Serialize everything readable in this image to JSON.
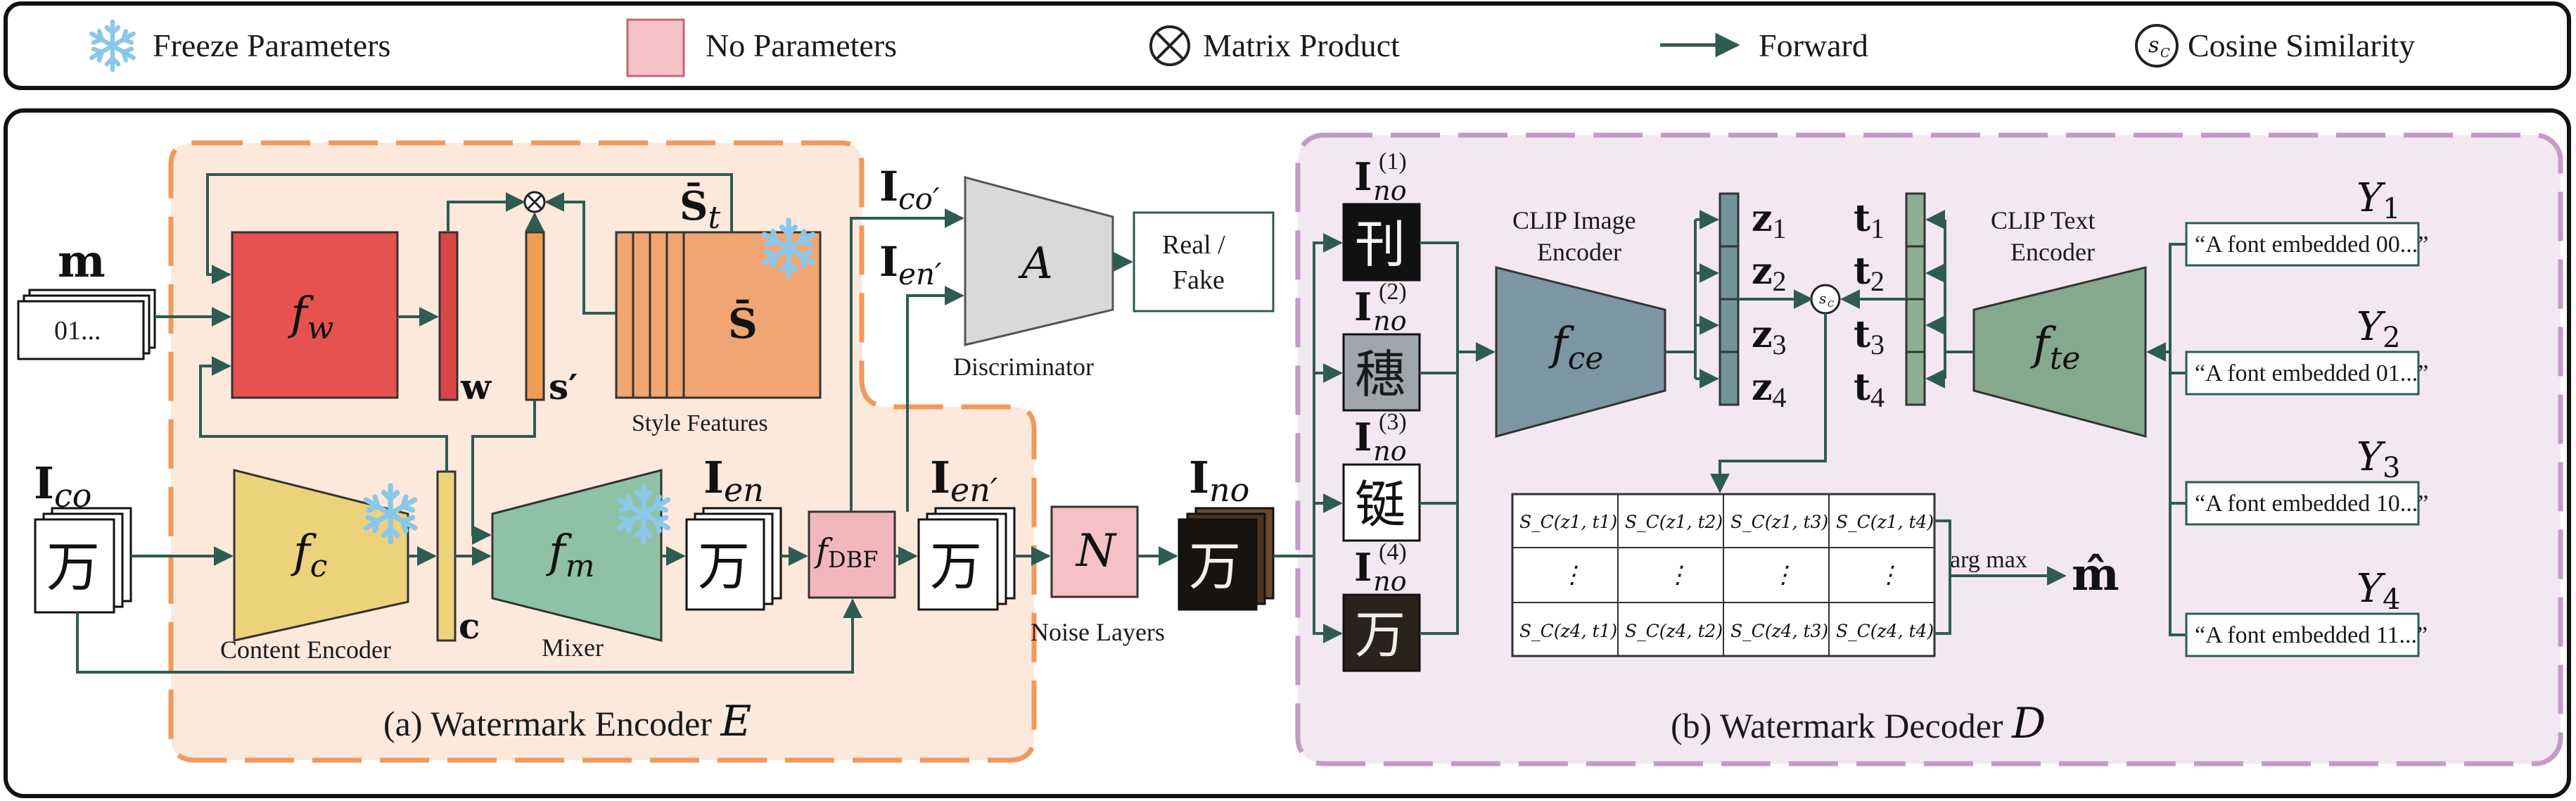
{
  "colors": {
    "frame": "#111111",
    "encoder_bg": "#fde8dc",
    "encoder_border": "#ef9a5c",
    "decoder_bg": "#f3e8f1",
    "decoder_border": "#c39bc6",
    "arrow": "#2e5b52",
    "fw": "#e6524f",
    "w_bar": "#d94646",
    "s_bar": "#f09d55",
    "style": "#f0a572",
    "fc": "#ecd27a",
    "fm": "#8fc2a4",
    "dbf": "#f2b7bb",
    "noise": "#f6c1c4",
    "disc": "#d9d9d9",
    "clip_img": "#7d96a3",
    "clip_txt": "#86a88d",
    "zbar": "#6f949b",
    "tbar": "#8dae93",
    "snow": "#8bc7e8"
  },
  "legend": {
    "freeze": "Freeze Parameters",
    "no_params": "No Parameters",
    "matrix": "Matrix Product",
    "forward": "Forward",
    "cosine": "Cosine Similarity",
    "cosine_symbol": "s",
    "cosine_sub": "C"
  },
  "encoder": {
    "title": "(a) Watermark Encoder ",
    "title_var": "E",
    "m_label": "m",
    "m_value": "01...",
    "fw": "f",
    "fw_sub": "w",
    "w": "w",
    "s_prime": "s′",
    "s_bar_t": "S̄",
    "s_bar_t_sub": "t",
    "S_bar": "S̄",
    "style_caption": "Style Features",
    "Ico": "I",
    "Ico_sub": "co",
    "glyph": "万",
    "fc": "f",
    "fc_sub": "c",
    "fc_caption": "Content Encoder",
    "c": "c",
    "fm": "f",
    "fm_sub": "m",
    "fm_caption": "Mixer",
    "Ien": "I",
    "Ien_sub": "en",
    "fdbf": "f",
    "fdbf_sub": "DBF",
    "Ienp": "I",
    "Ienp_sub": "en′",
    "N": "N",
    "noise_caption": "Noise Layers",
    "Ino": "I",
    "Ino_sub": "no"
  },
  "discriminator": {
    "in1": "I",
    "in1_sub": "co′",
    "in2": "I",
    "in2_sub": "en′",
    "A": "A",
    "caption": "Discriminator",
    "out_line1": "Real /",
    "out_line2": "Fake"
  },
  "decoder": {
    "title": "(b) Watermark Decoder ",
    "title_var": "D",
    "inputs": [
      {
        "label": "I",
        "sub": "no",
        "sup": "(1)",
        "glyph": "刊"
      },
      {
        "label": "I",
        "sub": "no",
        "sup": "(2)",
        "glyph": "穗"
      },
      {
        "label": "I",
        "sub": "no",
        "sup": "(3)",
        "glyph": "铤"
      },
      {
        "label": "I",
        "sub": "no",
        "sup": "(4)",
        "glyph": "万"
      }
    ],
    "clip_img_line1": "CLIP Image",
    "clip_img_line2": "Encoder",
    "fce": "f",
    "fce_sub": "ce",
    "z": [
      "z",
      "z",
      "z",
      "z"
    ],
    "z_sub": [
      "1",
      "2",
      "3",
      "4"
    ],
    "t": [
      "t",
      "t",
      "t",
      "t"
    ],
    "t_sub": [
      "1",
      "2",
      "3",
      "4"
    ],
    "clip_txt_line1": "CLIP Text",
    "clip_txt_line2": "Encoder",
    "fte": "f",
    "fte_sub": "te",
    "Y": [
      "Y",
      "Y",
      "Y",
      "Y"
    ],
    "Y_sub": [
      "1",
      "2",
      "3",
      "4"
    ],
    "prompts": [
      "“A font embedded 00...”",
      "“A font embedded 01...”",
      "“A font embedded 10...”",
      "“A font embedded 11...”"
    ],
    "matrix_rows": [
      [
        "S_C(z1, t1)",
        "S_C(z1, t2)",
        "S_C(z1, t3)",
        "S_C(z1, t4)"
      ],
      [
        "⋮",
        "⋮",
        "⋮",
        "⋮"
      ],
      [
        "S_C(z4, t1)",
        "S_C(z4, t2)",
        "S_C(z4, t3)",
        "S_C(z4, t4)"
      ]
    ],
    "argmax": "arg max",
    "m_hat": "m̂"
  }
}
